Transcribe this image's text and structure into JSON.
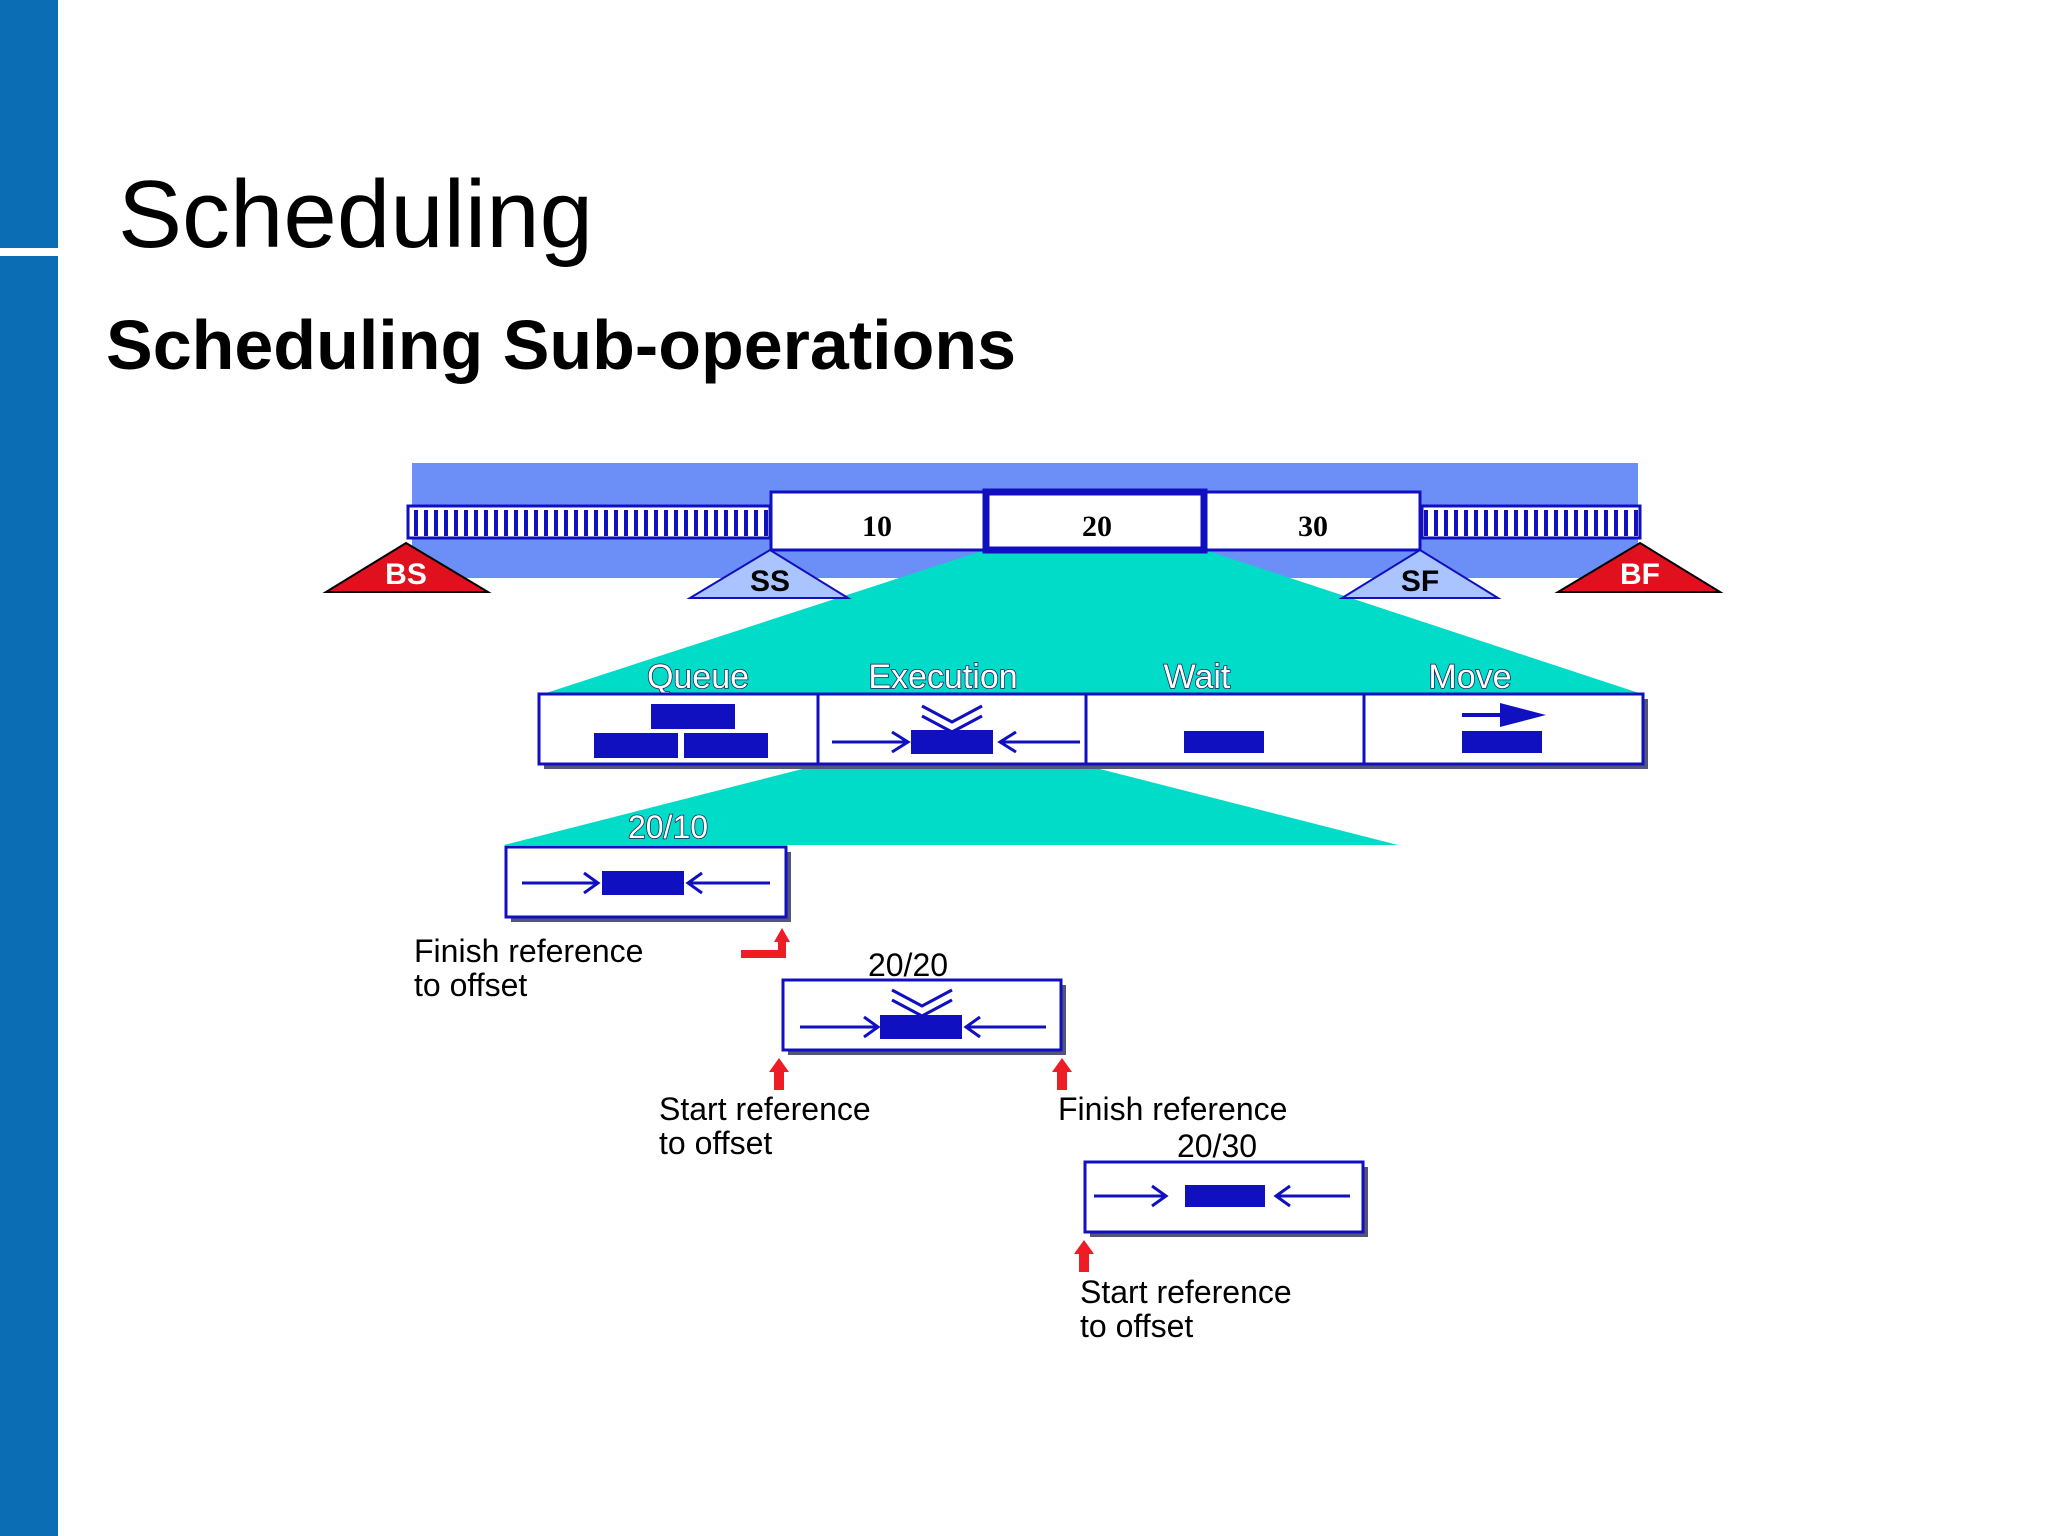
{
  "slide": {
    "title": "Scheduling",
    "subtitle": "Scheduling Sub-operations"
  },
  "operations": [
    "10",
    "20",
    "30"
  ],
  "markers": {
    "bs": "BS",
    "ss": "SS",
    "sf": "SF",
    "bf": "BF"
  },
  "sub_operations": [
    "Queue",
    "Execution",
    "Wait",
    "Move"
  ],
  "offsets": {
    "box1_label": "20/10",
    "box1_note_line1": "Finish reference",
    "box1_note_line2": "to offset",
    "box2_label": "20/20",
    "box2_start_line1": "Start reference",
    "box2_start_line2": "to offset",
    "box2_finish_line1": "Finish reference",
    "box3_label": "20/30",
    "box3_start_line1": "Start reference",
    "box3_start_line2": "to offset"
  },
  "colors": {
    "sidebar": "#0b6db3",
    "band": "#6b8ff7",
    "teal": "#00dcc8",
    "navy": "#1010c0",
    "red": "#e0101e",
    "arrow_red": "#ee1c25",
    "white": "#ffffff"
  },
  "icons": [
    "queue-blocks-icon",
    "execution-arrows-icon",
    "wait-bar-icon",
    "move-arrow-icon",
    "red-up-arrow-icon"
  ]
}
